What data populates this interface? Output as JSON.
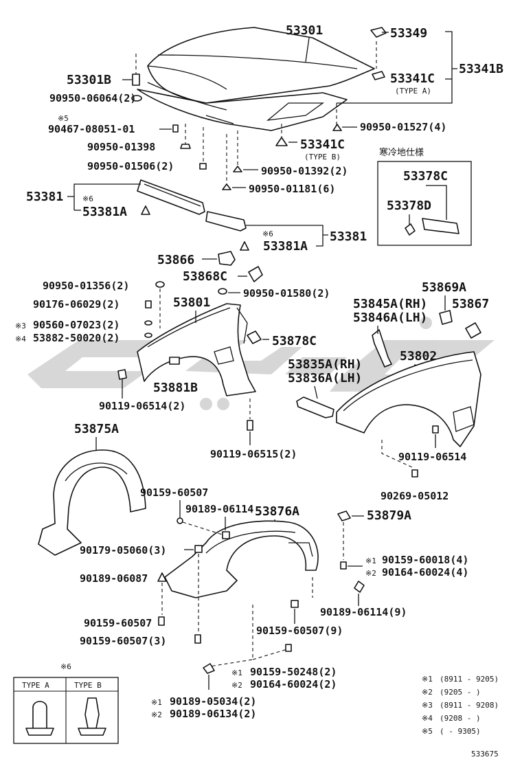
{
  "diagram": {
    "hood_parts": {
      "p53301": "53301",
      "p53349": "53349",
      "p53341b": "53341B",
      "p53341c_a": "53341C",
      "type_a": "(TYPE A)",
      "p53301b": "53301B",
      "p90950_06064": "90950-06064(2)",
      "note5": "※5",
      "p90467": "90467-08051-01",
      "p90950_01398": "90950-01398",
      "p90950_01527": "90950-01527(4)",
      "p53341c_b": "53341C",
      "type_b": "(TYPE B)",
      "p90950_01506": "90950-01506(2)",
      "p90950_01392": "90950-01392(2)",
      "p90950_01181": "90950-01181(6)"
    },
    "seal_parts": {
      "p53381_left": "53381",
      "note6_left": "※6",
      "p53381a_left": "53381A",
      "note6_right": "※6",
      "p53381a_right": "53381A",
      "p53381_right": "53381"
    },
    "cold_spec": {
      "title": "寒冷地仕様",
      "p53378c": "53378C",
      "p53378d": "53378D"
    },
    "fender_parts": {
      "p53866": "53866",
      "p53868c": "53868C",
      "p90950_01356": "90950-01356(2)",
      "p90176": "90176-06029(2)",
      "note3": "※3",
      "p90560": "90560-07023(2)",
      "note4": "※4",
      "p53882": "53882-50020(2)",
      "p53801": "53801",
      "p90950_01580": "90950-01580(2)",
      "p53878c": "53878C",
      "p53881b": "53881B",
      "p90119_06514_2": "90119-06514(2)",
      "p90119_06515": "90119-06515(2)",
      "p53869a": "53869A",
      "p53867": "53867",
      "p53845a": "53845A(RH)",
      "p53846a": "53846A(LH)",
      "p53802": "53802",
      "p53835a": "53835A(RH)",
      "p53836a": "53836A(LH)",
      "p90119_06514": "90119-06514",
      "p90269": "90269-05012"
    },
    "liner_parts": {
      "p53875a": "53875A",
      "p53876a": "53876A",
      "p53879a": "53879A",
      "p90159_60507_top": "90159-60507",
      "p90189_06114_top": "90189-06114",
      "p90179": "90179-05060(3)",
      "note1_a": "※1",
      "p90159_60018": "90159-60018(4)",
      "note2_a": "※2",
      "p90164_60024_4": "90164-60024(4)",
      "p90189_06087": "90189-06087",
      "p90189_06114_9": "90189-06114(9)",
      "p90159_60507_mid": "90159-60507",
      "p90159_60507_9": "90159-60507(9)",
      "p90159_60507_3": "90159-60507(3)",
      "note1_b": "※1",
      "p90159_50248": "90159-50248(2)",
      "note2_b": "※2",
      "p90164_60024_2": "90164-60024(2)",
      "note1_c": "※1",
      "p90189_05034": "90189-05034(2)",
      "note2_c": "※2",
      "p90189_06134": "90189-06134(2)"
    },
    "clip_table": {
      "note": "※6",
      "type_a": "TYPE A",
      "type_b": "TYPE B"
    },
    "date_notes": [
      {
        "mark": "※1",
        "range": "(8911 - 9205)"
      },
      {
        "mark": "※2",
        "range": "(9205 -     )"
      },
      {
        "mark": "※3",
        "range": "(8911 - 9208)"
      },
      {
        "mark": "※4",
        "range": "(9208 -     )"
      },
      {
        "mark": "※5",
        "range": "(      - 9305)"
      }
    ],
    "diagram_code": "533675"
  }
}
